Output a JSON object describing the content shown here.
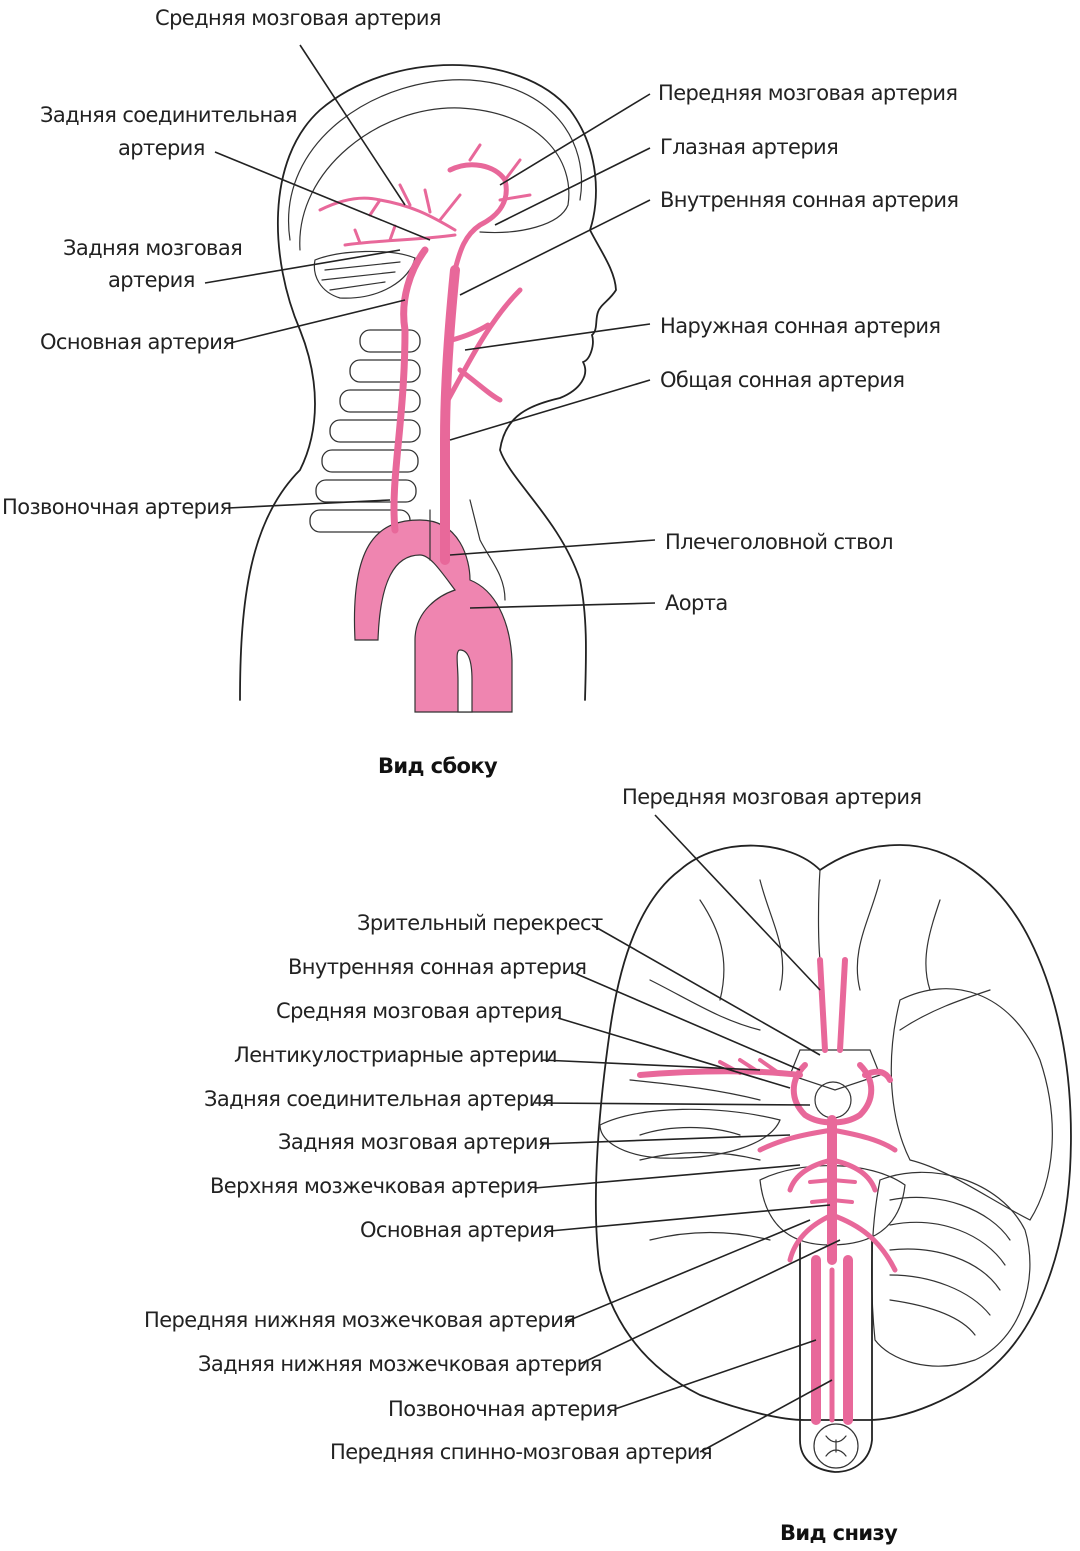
{
  "colors": {
    "artery": "#ef85b0",
    "outline": "#222222",
    "background": "#ffffff"
  },
  "side_view": {
    "caption": "Вид сбоку",
    "labels": {
      "middle_cerebral": "Средняя мозговая артерия",
      "anterior_cerebral": "Передняя мозговая артерия",
      "posterior_communicating_1": "Задняя соединительная",
      "posterior_communicating_2": "артерия",
      "ophthalmic": "Глазная артерия",
      "internal_carotid": "Внутренняя сонная артерия",
      "posterior_cerebral_1": "Задняя мозговая",
      "posterior_cerebral_2": "артерия",
      "basilar": "Основная артерия",
      "external_carotid": "Наружная сонная артерия",
      "common_carotid": "Общая сонная артерия",
      "vertebral": "Позвоночная артерия",
      "brachiocephalic": "Плечеголовной ствол",
      "aorta": "Аорта"
    }
  },
  "bottom_view": {
    "caption": "Вид снизу",
    "labels": {
      "anterior_cerebral": "Передняя мозговая артерия",
      "optic_chiasm": "Зрительный перекрест",
      "internal_carotid": "Внутренняя сонная артерия",
      "middle_cerebral": "Средняя мозговая артерия",
      "lenticulostriate": "Лентикулостриарные артерии",
      "posterior_communicating": "Задняя соединительная артерия",
      "posterior_cerebral": "Задняя мозговая артерия",
      "superior_cerebellar": "Верхняя мозжечковая артерия",
      "basilar": "Основная артерия",
      "anterior_inferior_cerebellar": "Передняя нижняя мозжечковая артерия",
      "posterior_inferior_cerebellar": "Задняя нижняя мозжечковая артерия",
      "vertebral": "Позвоночная артерия",
      "anterior_spinal": "Передняя спинно-мозговая артерия"
    }
  }
}
